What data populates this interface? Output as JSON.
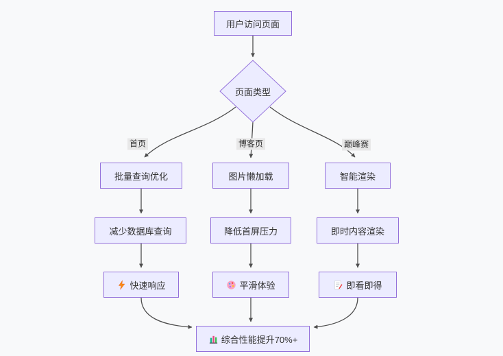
{
  "diagram": {
    "type": "flowchart",
    "colors": {
      "background": "#f8f9fa",
      "node_fill": "#ECECFF",
      "node_border": "#9370DB",
      "edge_color": "#4d4d4d",
      "edge_label_bg": "#e8e8e8",
      "text": "#333333"
    },
    "nodes": {
      "start": "用户访问页面",
      "decision": "页面类型",
      "c1r1": "批量查询优化",
      "c1r2": "减少数据库查询",
      "c1r3": "快速响应",
      "c2r1": "图片懒加载",
      "c2r2": "降低首屏压力",
      "c2r3": "平滑体验",
      "c3r1": "智能渲染",
      "c3r2": "即时内容渲染",
      "c3r3": "即看即得",
      "end": "综合性能提升70%+"
    },
    "node_icons": {
      "c1r3": "lightning-icon",
      "c2r3": "palette-icon",
      "c3r3": "memo-icon",
      "end": "bar-chart-icon"
    },
    "edge_labels": {
      "home": "首页",
      "blog": "博客页",
      "peak": "巅峰赛"
    },
    "edges": [
      "start -> decision",
      "decision -(首页)-> c1r1",
      "decision -(博客页)-> c2r1",
      "decision -(巅峰赛)-> c3r1",
      "c1r1 -> c1r2",
      "c1r2 -> c1r3",
      "c2r1 -> c2r2",
      "c2r2 -> c2r3",
      "c3r1 -> c3r2",
      "c3r2 -> c3r3",
      "c1r3 -> end",
      "c2r3 -> end",
      "c3r3 -> end"
    ]
  }
}
